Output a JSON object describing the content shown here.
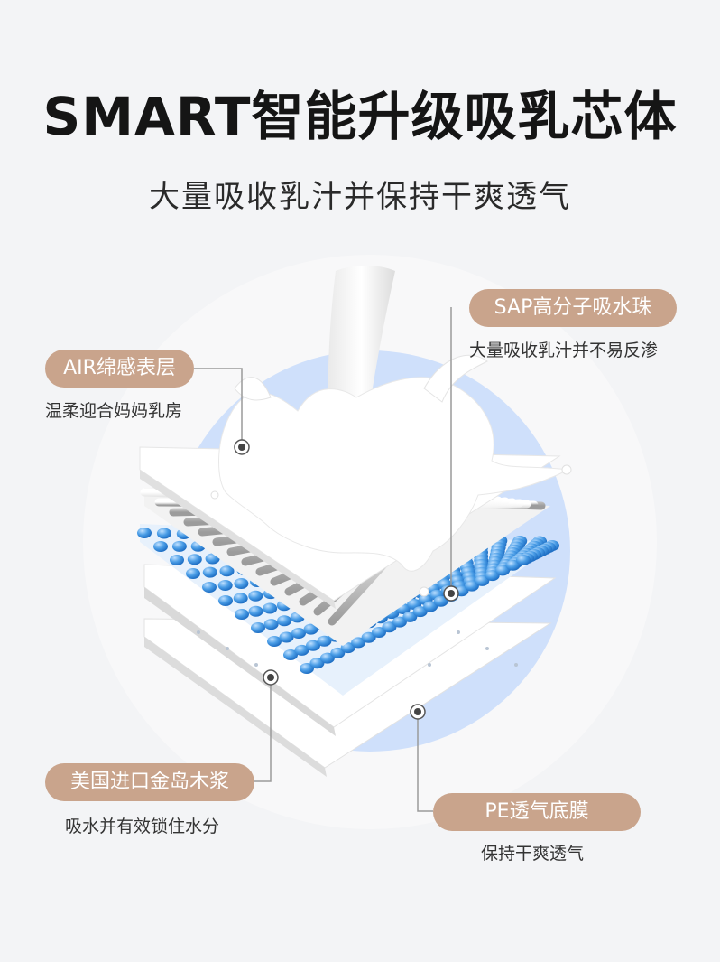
{
  "header": {
    "title": "SMART智能升级吸乳芯体",
    "subtitle": "大量吸收乳汁并保持干爽透气"
  },
  "callouts": [
    {
      "id": "air",
      "label": "AIR绵感表层",
      "desc": "温柔迎合妈妈乳房"
    },
    {
      "id": "sap",
      "label": "SAP高分子吸水珠",
      "desc": "大量吸收乳汁并不易反渗"
    },
    {
      "id": "pulp",
      "label": "美国进口金岛木浆",
      "desc": "吸水并有效锁住水分"
    },
    {
      "id": "pe",
      "label": "PE透气底膜",
      "desc": "保持干爽透气"
    }
  ],
  "colors": {
    "accent": "#c9a48c",
    "bead_blue": "#3f95e3",
    "circle_blue": "#cfe0fb",
    "background": "#f3f4f6"
  }
}
